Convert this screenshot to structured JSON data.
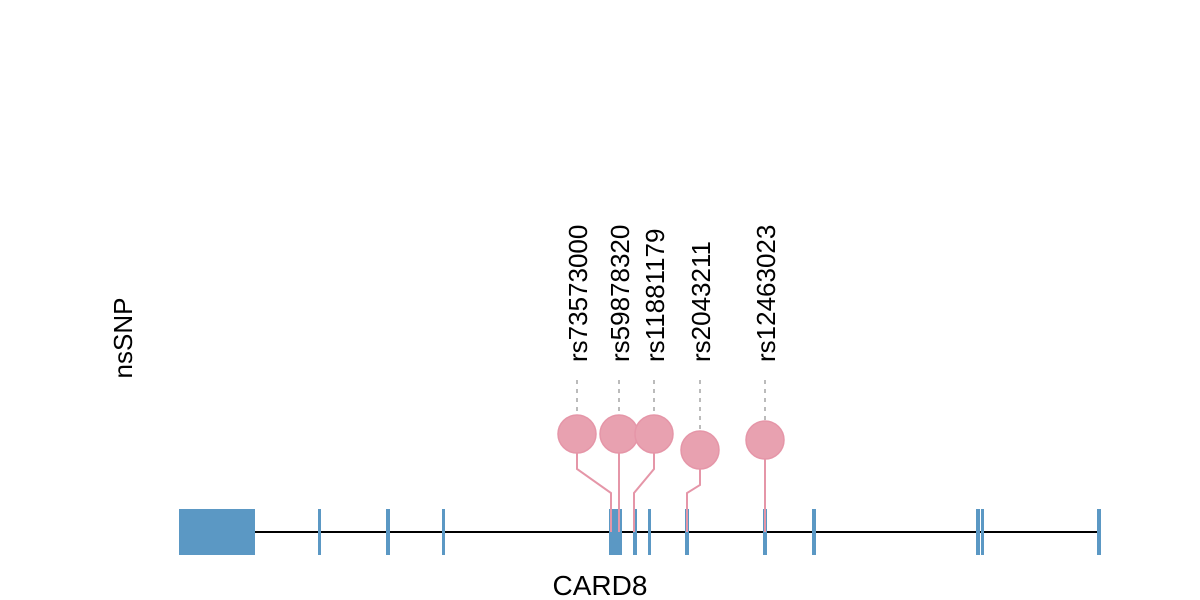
{
  "chart_data": {
    "type": "lollipop",
    "track_label": "nsSNP",
    "gene": "CARD8",
    "snps": [
      "rs73573000",
      "rs59878320",
      "rs11881179",
      "rs2043211",
      "rs12463023"
    ],
    "colors": {
      "exon": "#5B98C4",
      "snp": "#E8A1B0",
      "snp_stem": "#E596A8",
      "dash": "#BBBBBB",
      "backbone": "#000000"
    }
  }
}
